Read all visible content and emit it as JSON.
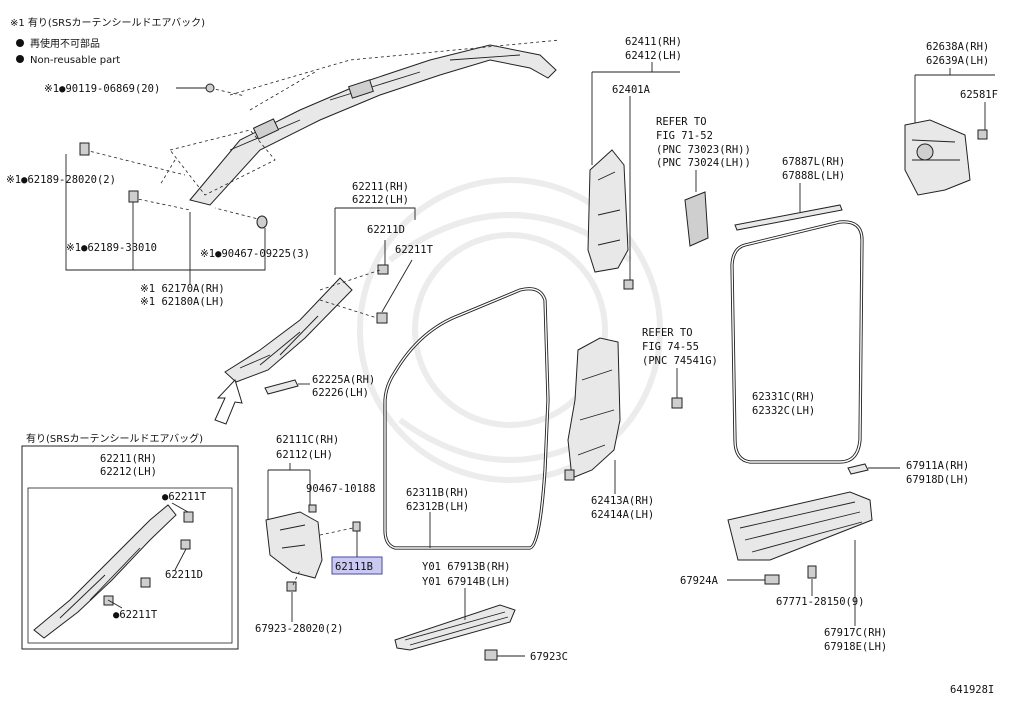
{
  "legend": {
    "note1": "※1 有り(SRSカーテンシールドエアバック)",
    "note2": "再使用不可部品",
    "note3": "Non-reusable part"
  },
  "inset_title": "有り(SRSカーテンシールドエアバッグ)",
  "labels": {
    "p90119": "※1●90119-06869(20)",
    "p62189_28020": "※1●62189-28020(2)",
    "p62189_33010": "※1●62189-33010",
    "p90467_09225": "※1●90467-09225(3)",
    "p62170a": "※1 62170A(RH)",
    "p62180a": "※1 62180A(LH)",
    "p62211rh": "62211(RH)",
    "p62212lh": "62212(LH)",
    "p62211d": "62211D",
    "p62211t": "62211T",
    "p62225a": "62225A(RH)",
    "p62226": "62226(LH)",
    "in62211rh": "62211(RH)",
    "in62212lh": "62212(LH)",
    "in62211t_a": "●62211T",
    "in62211d": "62211D",
    "in62211t_b": "●62211T",
    "p62111c": "62111C(RH)",
    "p62112": "62112(LH)",
    "p90467_10188": "90467-10188",
    "p62111b": "62111B",
    "p67923_28020": "67923-28020(2)",
    "p62311b": "62311B(RH)",
    "p62312b": "62312B(LH)",
    "p67913b": "Y01 67913B(RH)",
    "p67914b": "Y01 67914B(LH)",
    "p67923c": "67923C",
    "p62411": "62411(RH)",
    "p62412": "62412(LH)",
    "p62401a": "62401A",
    "refer1_a": "REFER TO",
    "refer1_b": "FIG 71-52",
    "refer1_c": "(PNC 73023(RH))",
    "refer1_d": "(PNC 73024(LH))",
    "refer2_a": "REFER TO",
    "refer2_b": "FIG 74-55",
    "refer2_c": "(PNC 74541G)",
    "p62413a": "62413A(RH)",
    "p62414a": "62414A(LH)",
    "p62638a": "62638A(RH)",
    "p62639a": "62639A(LH)",
    "p62581f": "62581F",
    "p67887l": "67887L(RH)",
    "p67888l": "67888L(LH)",
    "p62331c": "62331C(RH)",
    "p62332c": "62332C(LH)",
    "p67911a": "67911A(RH)",
    "p67918d": "67918D(LH)",
    "p67924a": "67924A",
    "p67771": "67771-28150(9)",
    "p67917c": "67917C(RH)",
    "p67918e": "67918E(LH)"
  },
  "figure_id": "641928I",
  "colors": {
    "highlight": "#c9c9f2",
    "ink": "#222222"
  }
}
